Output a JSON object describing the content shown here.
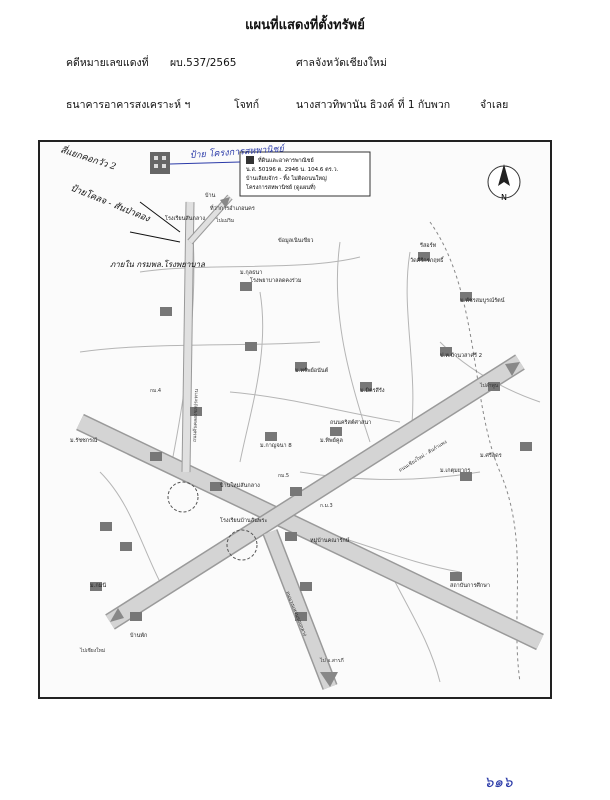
{
  "header": {
    "title": "แผนที่แสดงที่ตั้งทรัพย์",
    "case_label": "คดีหมายเลขแดงที่",
    "case_number": "ผบ.537/2565",
    "court": "ศาลจังหวัดเชียงใหม่",
    "plaintiff": "ธนาคารอาคารสงเคราะห์ ฯ",
    "plaintiff_role": "โจทก์",
    "defendant": "นางสาวทิพานัน ธิวงค์ ที่ 1 กับพวก",
    "defendant_role": "จำเลย"
  },
  "map": {
    "north_label": "N",
    "info_box": [
      "ที่ดินและอาคารพาณิชย์",
      "น.ส. 50196 ต. 2946 น. 104.6 ตร.ว.",
      "บ้านเลียบจักร - ทิ้ง ไม่ติดถนนใหญ่",
      "โครงการสหพานิชย์ (ดูแผนที่)"
    ],
    "handwritten": {
      "note_top": "ป้าย โครงการสหพานิชย์",
      "note_left_1": "สี่แยกคอกวัว 2",
      "note_left_2": "ป้ายโคลจ - สันป่าตอง",
      "note_left_3": "ภายใน กรมพล.โรงพยาบาล"
    },
    "labels": [
      "โรงเรียนสันกลาง",
      "โรงพยาบาลลดคงร่วม",
      "ที่ว่าการอำเภอนคร",
      "บ้าน",
      "ข้อมูลเนินเขียว",
      "วัดคีรีกรภฤทธิ์",
      "รีสอร์ท",
      "ม.พัชรสมบูรณ์รัตน์",
      "ม.กุลธนา",
      "ม.ทรัพย์อนันต์",
      "ม.มิตรสีรัง",
      "ป.ห.บ้านวสาศรี 2",
      "ม.กาญจนา 8",
      "ม.ทิพย์คูล",
      "ม.ศรีอุดร",
      "บ้านใหม่สันกลาง",
      "ม.เกตุมยากร",
      "ม.รัชชกรณ์",
      "ม.กมนี",
      "หมู่บ้านคณารักษ์",
      "โรงเรียนบ้านสันพระ",
      "ถนนคริสต์ศาสนา",
      "สถาบันการศึกษา",
      "บ้านพัก"
    ],
    "road_labels": [
      "ถนนคันคลองชลประทาน",
      "ถนนเชียงใหม่ - สันกำแพง",
      "ถนนวงแหวนรอบกลาง",
      "ไปแม่ริม",
      "ไปลำพูน",
      "ไปเชียงใหม่",
      "ไป อ.สารภี"
    ],
    "km_labels": [
      "กม.5",
      "กม.4",
      "ก.ม.3"
    ]
  },
  "page_number": "๖๑๖",
  "colors": {
    "ink": "#111111",
    "handwriting_blue": "#2a3aa8",
    "handwriting_black": "#111111",
    "road": "#c8c8c8",
    "road_outline": "#9a9a9a"
  }
}
